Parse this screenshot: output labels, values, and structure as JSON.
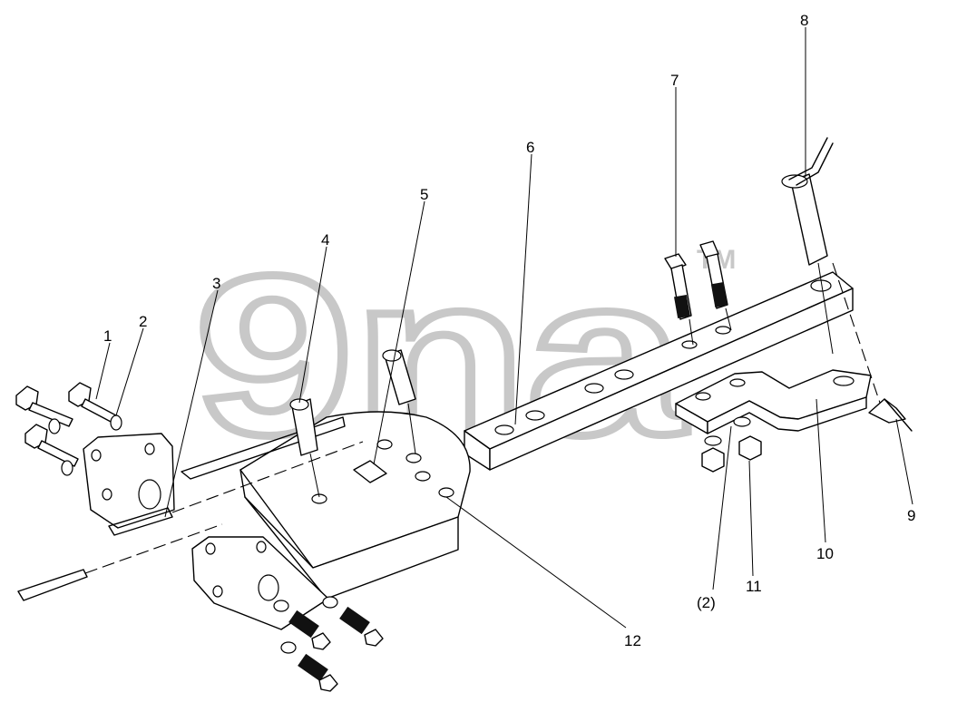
{
  "diagram": {
    "watermark": {
      "text": "9na",
      "trademark": "TM"
    },
    "callouts": [
      {
        "id": "1",
        "label": "1"
      },
      {
        "id": "2",
        "label": "2"
      },
      {
        "id": "3",
        "label": "3"
      },
      {
        "id": "4",
        "label": "4"
      },
      {
        "id": "5",
        "label": "5"
      },
      {
        "id": "6",
        "label": "6"
      },
      {
        "id": "7",
        "label": "7"
      },
      {
        "id": "8",
        "label": "8"
      },
      {
        "id": "9",
        "label": "9"
      },
      {
        "id": "10",
        "label": "10"
      },
      {
        "id": "11",
        "label": "11"
      },
      {
        "id": "2b",
        "label": "(2)"
      },
      {
        "id": "12",
        "label": "12"
      }
    ],
    "colors": {
      "line": "#000000",
      "watermark": "#d9d9d9",
      "background": "#ffffff"
    }
  }
}
